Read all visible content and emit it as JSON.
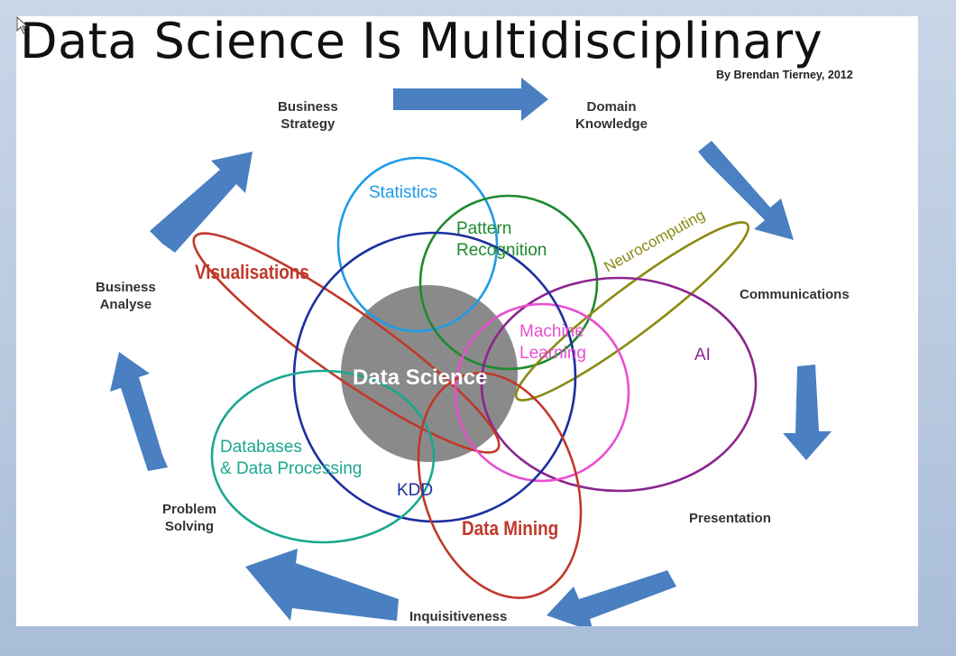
{
  "title": "Data Science Is Multidisciplinary",
  "credit": "By Brendan Tierney, 2012",
  "cycle_labels": {
    "business_strategy": "Business\nStrategy",
    "domain_knowledge": "Domain\nKnowledge",
    "communications": "Communications",
    "presentation": "Presentation",
    "inquisitiveness": "Inquisitiveness",
    "problem_solving": "Problem\nSolving",
    "business_analyse": "Business\nAnalyse"
  },
  "disciplines": {
    "statistics": "Statistics",
    "pattern_recognition": "Pattern\nRecognition",
    "neurocomputing": "Neurocomputing",
    "visualisations": "Visualisations",
    "machine_learning": "Machine\nLearning",
    "ai": "AI",
    "data_science": "Data Science",
    "databases": "Databases\n& Data Processing",
    "kdd": "KDD",
    "data_mining": "Data Mining"
  },
  "colors": {
    "arrow_blue": "#4a7fc1",
    "statistics": "#1e9be6",
    "pattern_recognition": "#1e8a2e",
    "neurocomputing": "#8c8a10",
    "visualisations": "#c0392b",
    "machine_learning": "#e84fd0",
    "ai": "#8b2590",
    "kdd": "#1c2f9e",
    "databases": "#1aa88f",
    "data_mining": "#c0392b",
    "data_science_core": "#8a8a8a"
  }
}
